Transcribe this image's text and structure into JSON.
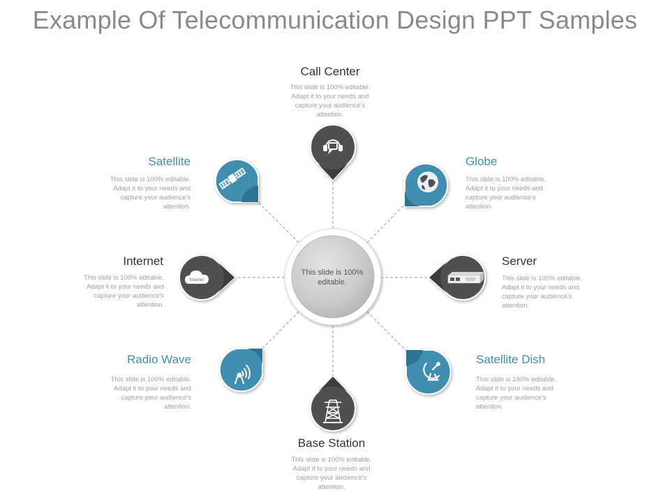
{
  "title": "Example Of Telecommunication Design PPT Samples",
  "center_text": "This slide is 100% editable.",
  "colors": {
    "dark": "#4f4f4f",
    "blue": "#3f8fb0",
    "title": "#8a8a8a",
    "desc": "#a0a0a0"
  },
  "nodes": [
    {
      "id": "call-center",
      "label": "Call Center",
      "desc": "This slide is 100% editable. Adapt it to your needs and capture your audience's attention.",
      "icon": "headset-icon"
    },
    {
      "id": "globe",
      "label": "Globe",
      "desc": "This slide is 100% editable. Adapt it to your needs and capture your audience's attention.",
      "icon": "globe-icon"
    },
    {
      "id": "server",
      "label": "Server",
      "desc": "This slide is 100% editable. Adapt it to your needs and capture your audience's attention.",
      "icon": "server-icon"
    },
    {
      "id": "satellite-dish",
      "label": "Satellite Dish",
      "desc": "This slide is 100% editable. Adapt it to your needs and capture your audience's attention.",
      "icon": "satellite-dish-icon"
    },
    {
      "id": "base-station",
      "label": "Base Station",
      "desc": "This slide is 100% editable. Adapt it to your needs and capture your audience's attention.",
      "icon": "transmission-tower-icon"
    },
    {
      "id": "radio-wave",
      "label": "Radio Wave",
      "desc": "This slide is 100% editable. Adapt it to your needs and capture your audience's attention.",
      "icon": "radio-wave-icon"
    },
    {
      "id": "internet",
      "label": "Internet",
      "desc": "This slide is 100% editable. Adapt it to your needs and capture your audience's attention.",
      "icon": "cloud-icon",
      "icon_text": "Internet"
    },
    {
      "id": "satellite",
      "label": "Satellite",
      "desc": "This slide is 100% editable. Adapt it to your needs and capture your audience's attention.",
      "icon": "satellite-icon"
    }
  ]
}
